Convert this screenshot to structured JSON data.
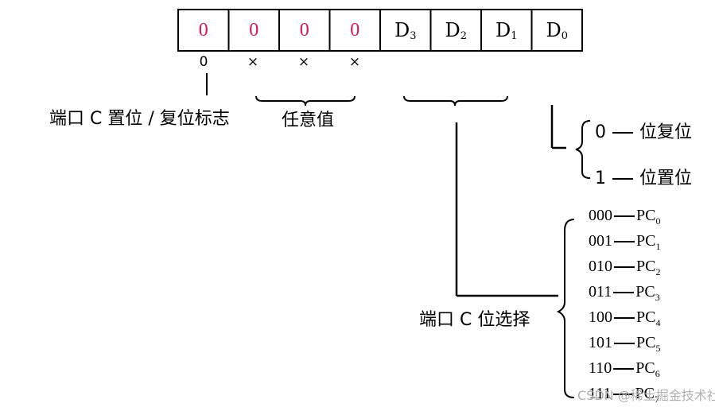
{
  "register": {
    "bits": [
      {
        "text": "0",
        "sub": ""
      },
      {
        "text": "0",
        "sub": ""
      },
      {
        "text": "0",
        "sub": ""
      },
      {
        "text": "0",
        "sub": ""
      },
      {
        "text": "D",
        "sub": "3"
      },
      {
        "text": "D",
        "sub": "2"
      },
      {
        "text": "D",
        "sub": "1"
      },
      {
        "text": "D",
        "sub": "0"
      }
    ],
    "marks": [
      "0",
      "×",
      "×",
      "×"
    ]
  },
  "labels": {
    "set_reset_flag": "端口 C 置位 / 复位标志",
    "any_value": "任意值",
    "bit_select": "端口 C 位选择"
  },
  "bit_options": [
    {
      "value": "0",
      "meaning": "位复位"
    },
    {
      "value": "1",
      "meaning": "位置位"
    }
  ],
  "bit_codes": [
    {
      "code": "000",
      "pin": "PC",
      "sub": "0"
    },
    {
      "code": "001",
      "pin": "PC",
      "sub": "1"
    },
    {
      "code": "010",
      "pin": "PC",
      "sub": "2"
    },
    {
      "code": "011",
      "pin": "PC",
      "sub": "3"
    },
    {
      "code": "100",
      "pin": "PC",
      "sub": "4"
    },
    {
      "code": "101",
      "pin": "PC",
      "sub": "5"
    },
    {
      "code": "110",
      "pin": "PC",
      "sub": "6"
    },
    {
      "code": "111",
      "pin": "PC",
      "sub": "7"
    }
  ],
  "watermark": "CSDN @稀土掘金技术社区",
  "colors": {
    "zero_bits": "#d4145a",
    "lines": "#000000"
  }
}
